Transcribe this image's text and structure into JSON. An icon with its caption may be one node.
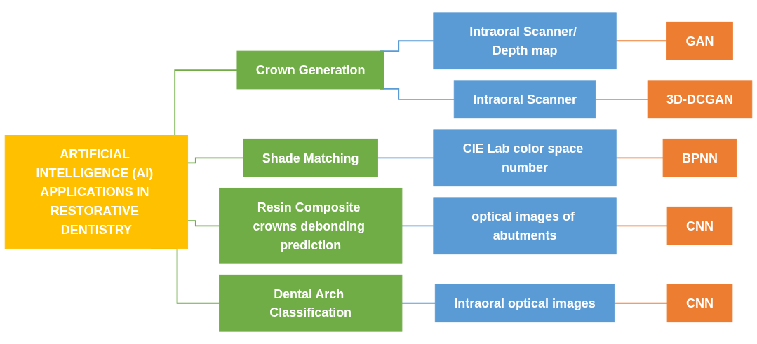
{
  "diagram": {
    "nodes": [
      {
        "text": [
          "ARTIFICIAL INTELLIGENCE (AI) APPLICATIONS IN RESTORATIVE DENTISTRY"
        ]
      },
      {
        "text": [
          "Crown Generation"
        ]
      },
      {
        "text": [
          "Intraoral Scanner/ Depth map"
        ]
      },
      {
        "text": [
          "GAN"
        ]
      },
      {
        "text": [
          "Intraoral Scanner"
        ]
      },
      {
        "text": [
          "3D-DCGAN"
        ]
      },
      {
        "text": [
          "Shade Matching"
        ]
      },
      {
        "text": [
          "CIE Lab color space number"
        ]
      },
      {
        "text": [
          "BPNN"
        ]
      },
      {
        "text": [
          "Resin Composite crowns debonding prediction"
        ]
      },
      {
        "text": [
          "optical images of abutments"
        ]
      },
      {
        "text": [
          "CNN"
        ]
      },
      {
        "text": [
          "Dental Arch Classification"
        ]
      },
      {
        "text": [
          "Intraoral optical images"
        ]
      },
      {
        "text": [
          "CNN"
        ]
      }
    ],
    "edges": [
      {
        "from": 0,
        "to": 1,
        "arrow": "none",
        "color": "#70ad47"
      },
      {
        "from": 0,
        "to": 6,
        "arrow": "none",
        "color": "#70ad47"
      },
      {
        "from": 0,
        "to": 9,
        "arrow": "none",
        "color": "#70ad47"
      },
      {
        "from": 0,
        "to": 12,
        "arrow": "none",
        "color": "#70ad47"
      },
      {
        "from": 1,
        "to": 2,
        "arrow": "none",
        "color": "#5b9bd5"
      },
      {
        "from": 1,
        "to": 4,
        "arrow": "none",
        "color": "#5b9bd5"
      },
      {
        "from": 6,
        "to": 7,
        "arrow": "none",
        "color": "#5b9bd5"
      },
      {
        "from": 9,
        "to": 10,
        "arrow": "none",
        "color": "#5b9bd5"
      },
      {
        "from": 12,
        "to": 13,
        "arrow": "none",
        "color": "#5b9bd5"
      },
      {
        "from": 2,
        "to": 3,
        "arrow": "none",
        "color": "#ed7d31"
      },
      {
        "from": 4,
        "to": 5,
        "arrow": "none",
        "color": "#ed7d31"
      },
      {
        "from": 7,
        "to": 8,
        "arrow": "none",
        "color": "#ed7d31"
      },
      {
        "from": 10,
        "to": 11,
        "arrow": "none",
        "color": "#ed7d31"
      },
      {
        "from": 13,
        "to": 14,
        "arrow": "none",
        "color": "#ed7d31"
      }
    ]
  }
}
